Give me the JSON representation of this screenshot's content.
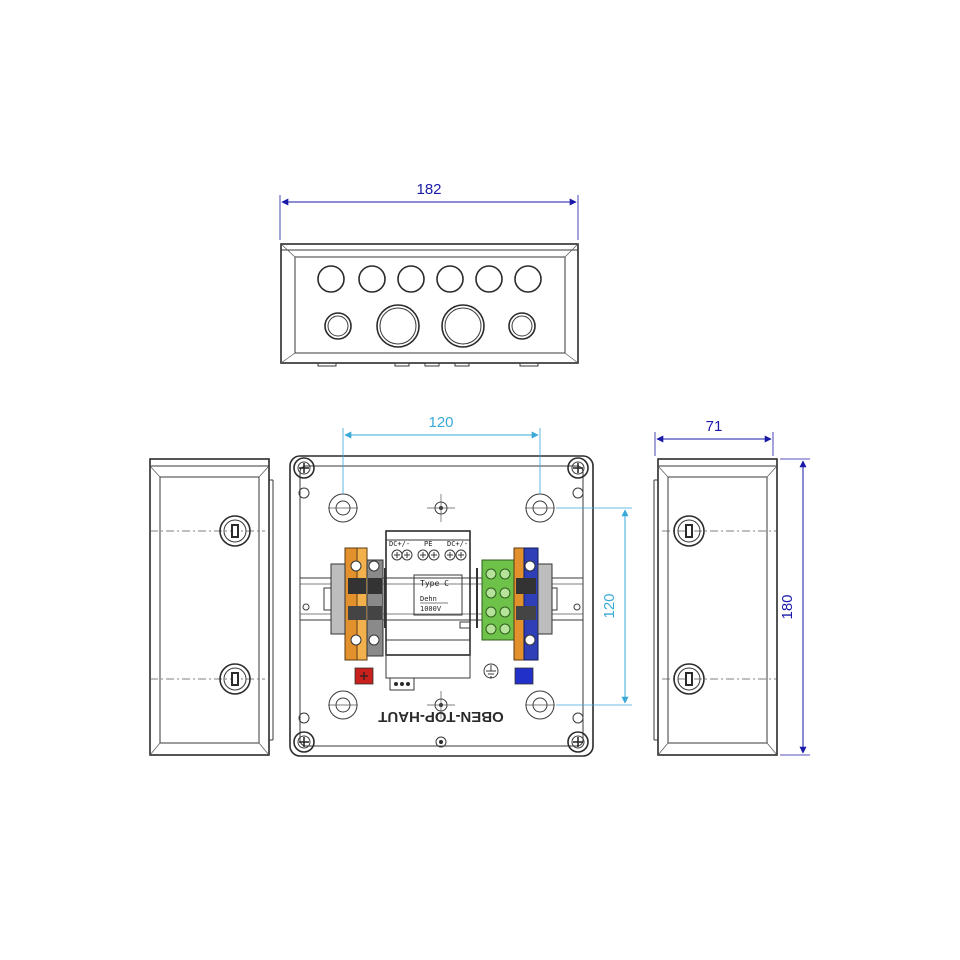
{
  "colors": {
    "dim_dark": "#1a1aa8",
    "dim_light": "#3aa9d8",
    "outline": "#2b2b2b",
    "terminal_orange": "#e2912d",
    "terminal_blue": "#2e3fb8",
    "terminal_green": "#6ec24a",
    "terminal_grey": "#7a7a7a",
    "marker_red": "#c8201c",
    "marker_blue": "#2130c8"
  },
  "dimensions": {
    "top_width": "182",
    "mount_horizontal": "120",
    "mount_vertical": "120",
    "depth": "71",
    "height": "180"
  },
  "device": {
    "terminal_left": "DC+/-",
    "terminal_mid": "PE",
    "terminal_right": "DC+/-",
    "type": "Type C",
    "brand": "Dehn",
    "voltage": "1000V"
  },
  "lid_text": "OBEN-TOP-HAUT",
  "icons": {
    "earth": "earth-ground-icon",
    "plus": "plus-sign-icon",
    "minus": "minus-sign-icon"
  }
}
